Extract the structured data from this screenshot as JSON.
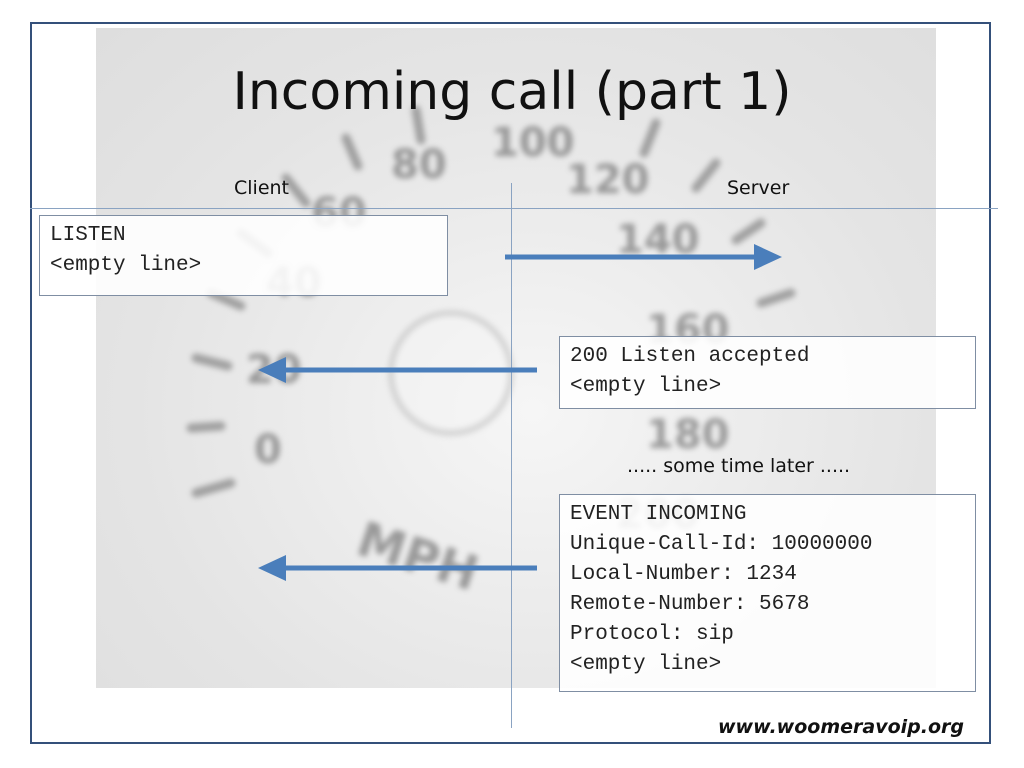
{
  "slide": {
    "title": "Incoming call (part 1)",
    "client_label": "Client",
    "server_label": "Server",
    "separator_note": "..... some time later .....",
    "footer": "www.woomeravoip.org"
  },
  "messages": {
    "listen": [
      "LISTEN",
      "<empty line>"
    ],
    "accepted": [
      "200 Listen accepted",
      "<empty line>"
    ],
    "event": [
      "EVENT INCOMING",
      "Unique-Call-Id: 10000000",
      "Local-Number: 1234",
      "Remote-Number: 5678",
      "Protocol: sip",
      "<empty line>"
    ]
  },
  "background": {
    "gauge_numbers": [
      "0",
      "20",
      "40",
      "60",
      "80",
      "100",
      "120",
      "140",
      "160",
      "180",
      "200"
    ],
    "gauge_unit": "MPH"
  },
  "colors": {
    "arrow": "#4a7ebb",
    "frame": "#34507a",
    "divider": "#8aa3c2"
  }
}
